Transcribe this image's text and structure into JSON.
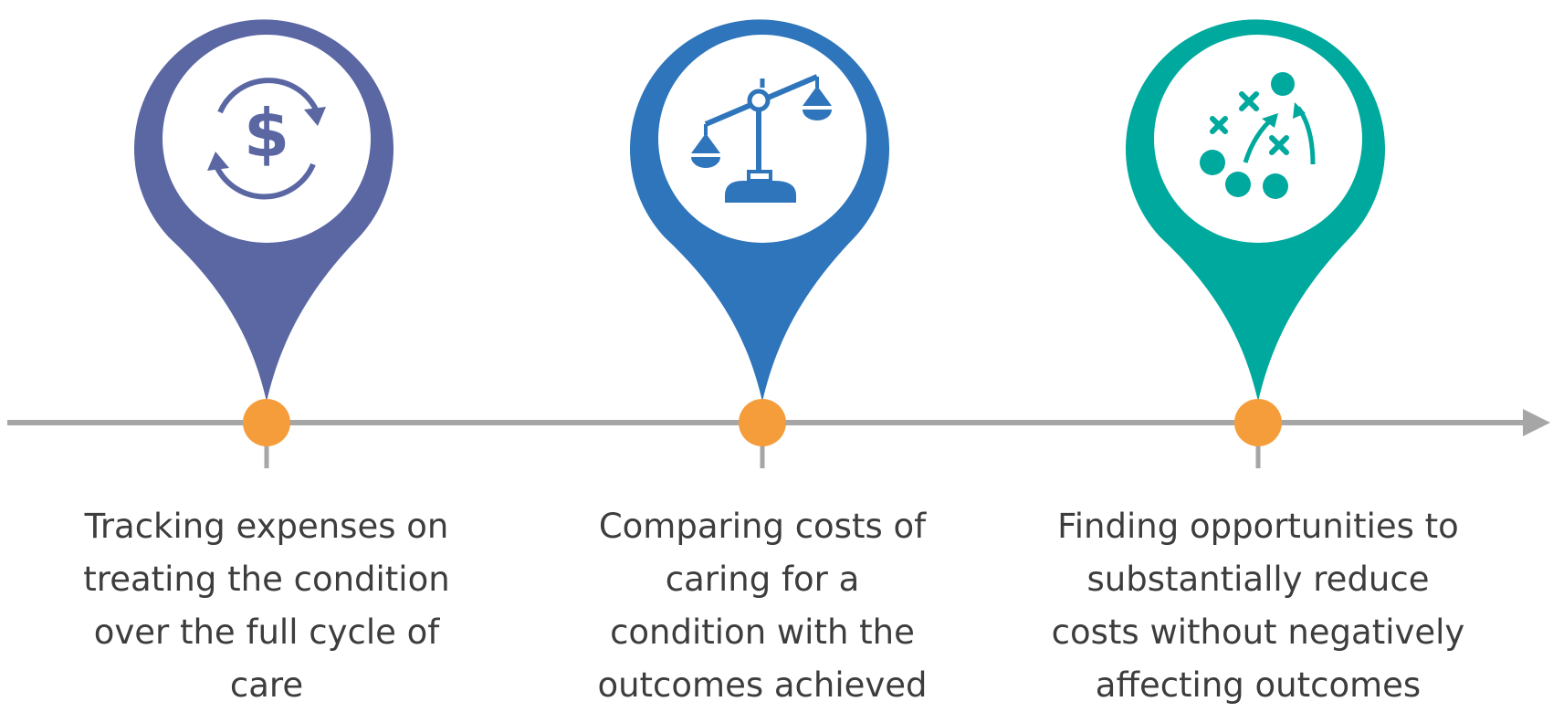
{
  "colors": {
    "axis": "#a6a6a6",
    "marker": "#f59d3b",
    "pin_1": "#5a67a3",
    "pin_2": "#2e75bb",
    "pin_3": "#00a99d",
    "text": "#3d3d3d"
  },
  "steps": [
    {
      "icon": "dollar-cycle-icon",
      "caption_lines": [
        "Tracking expenses on",
        "treating the condition",
        "over the full cycle of",
        "care"
      ]
    },
    {
      "icon": "balance-scale-icon",
      "caption_lines": [
        "Comparing costs of",
        "caring for a",
        "condition with the",
        "outcomes achieved"
      ]
    },
    {
      "icon": "strategy-play-icon",
      "caption_lines": [
        "Finding opportunities to",
        "substantially reduce",
        "costs without negatively",
        "affecting outcomes"
      ]
    }
  ]
}
